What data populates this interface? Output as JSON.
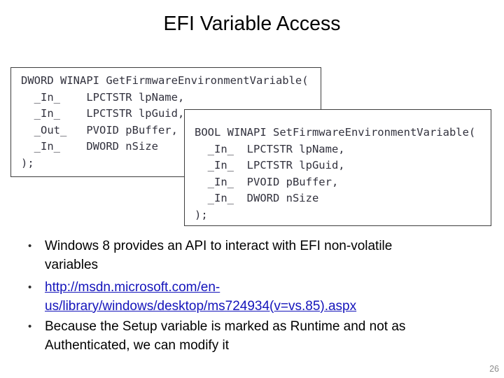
{
  "slide": {
    "title": "EFI Variable Access",
    "page_number": "26"
  },
  "bullet_marker": "•",
  "code_boxes": [
    {
      "function": "GetFirmwareEnvironmentVariable",
      "lines": [
        "DWORD WINAPI GetFirmwareEnvironmentVariable(",
        "  _In_    LPCTSTR lpName,",
        "  _In_    LPCTSTR lpGuid,",
        "  _Out_   PVOID pBuffer,",
        "  _In_    DWORD nSize",
        ");"
      ]
    },
    {
      "function": "SetFirmwareEnvironmentVariable",
      "lines": [
        "BOOL WINAPI SetFirmwareEnvironmentVariable(",
        "  _In_  LPCTSTR lpName,",
        "  _In_  LPCTSTR lpGuid,",
        "  _In_  PVOID pBuffer,",
        "  _In_  DWORD nSize",
        ");"
      ]
    }
  ],
  "bullets": [
    {
      "lines": [
        "Windows 8 provides an API to interact with EFI non-volatile",
        "variables"
      ]
    },
    {
      "url": "http://msdn.microsoft.com/en-us/library/windows/desktop/ms724934(v=vs.85).aspx",
      "lines": [
        "http://msdn.microsoft.com/en-",
        "us/library/windows/desktop/ms724934(v=vs.85).aspx"
      ]
    },
    {
      "lines": [
        "Because the Setup variable is marked as Runtime and not as",
        "Authenticated, we can modify it"
      ]
    }
  ],
  "colors": {
    "link": "#1414bb",
    "code_text": "#32323e",
    "box_border": "#3e3e3e",
    "page_number": "#8c8c8c",
    "title": "#000000",
    "body_text": "#000000"
  }
}
